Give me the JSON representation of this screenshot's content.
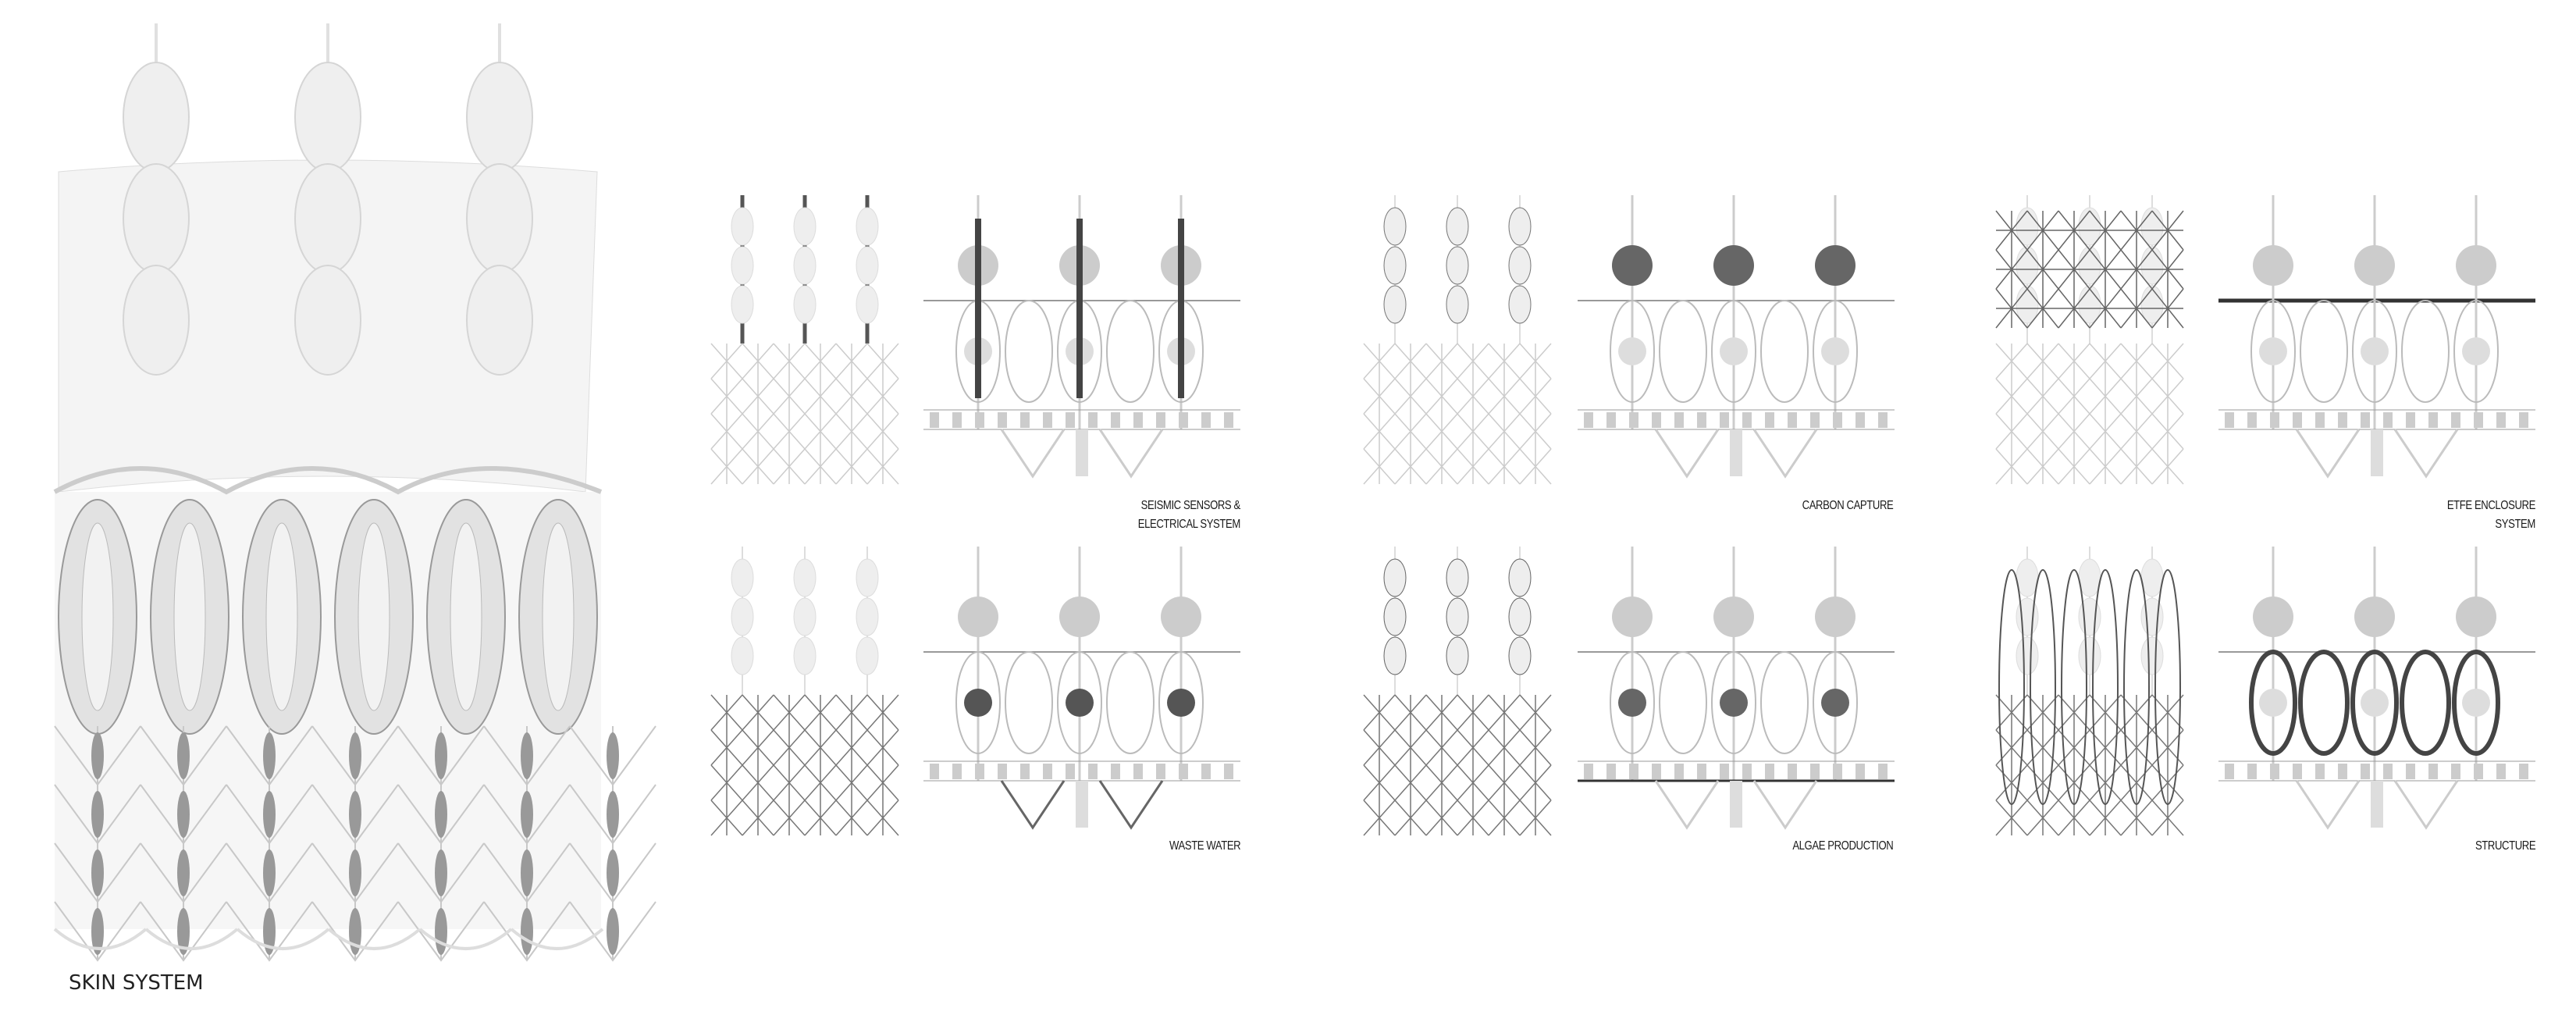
{
  "skin_system": {
    "title": "SKIN SYSTEM"
  },
  "systems": [
    {
      "id": "seismic",
      "label_lines": [
        "SEISMIC SENSORS &",
        "ELECTRICAL SYSTEM"
      ],
      "accent": "#555555"
    },
    {
      "id": "carbon",
      "label_lines": [
        "CARBON CAPTURE"
      ],
      "accent": "#777777"
    },
    {
      "id": "etfe",
      "label_lines": [
        "ETFE ENCLOSURE",
        "SYSTEM"
      ],
      "accent": "#666666"
    },
    {
      "id": "waste-water",
      "label_lines": [
        "WASTE WATER"
      ],
      "accent": "#555555"
    },
    {
      "id": "algae",
      "label_lines": [
        "ALGAE PRODUCTION"
      ],
      "accent": "#666666"
    },
    {
      "id": "structure",
      "label_lines": [
        "STRUCTURE"
      ],
      "accent": "#444444"
    }
  ]
}
